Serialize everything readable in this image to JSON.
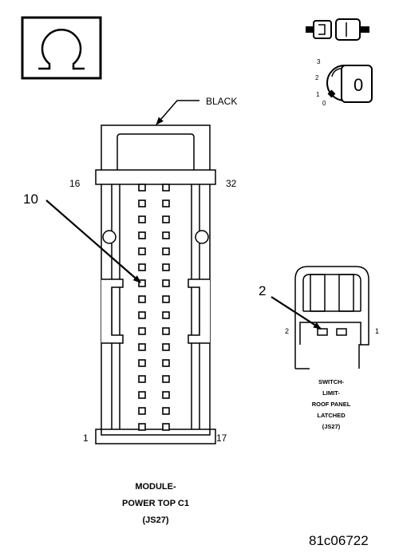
{
  "ohm_symbol": "Ω",
  "ignition_key": {
    "positions": [
      "3",
      "2",
      "1",
      "0"
    ],
    "selected_position": "0"
  },
  "main_connector": {
    "color_callout": "BLACK",
    "pin_labels": {
      "top_left": "16",
      "top_right": "32",
      "bottom_left": "1",
      "bottom_right": "17"
    },
    "callout_pin": "10",
    "caption": [
      "MODULE-",
      "POWER TOP C1",
      "(JS27)"
    ]
  },
  "switch_connector": {
    "callout_pin": "2",
    "pin_labels": {
      "left": "2",
      "right": "1"
    },
    "caption": [
      "SWITCH-",
      "LIMIT-",
      "ROOF PANEL",
      "LATCHED",
      "(JS27)"
    ]
  },
  "figure_id": "81c06722"
}
